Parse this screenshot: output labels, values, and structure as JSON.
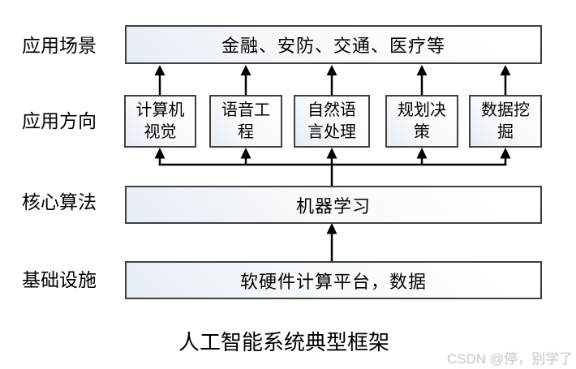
{
  "diagram": {
    "row_labels": [
      {
        "label": "应用场景"
      },
      {
        "label": "应用方向"
      },
      {
        "label": "核心算法"
      },
      {
        "label": "基础设施"
      }
    ],
    "scenario_box": {
      "label": "金融、安防、交通、医疗等"
    },
    "direction_boxes": [
      {
        "label": "计算机\n视觉"
      },
      {
        "label": "语音工\n程"
      },
      {
        "label": "自然语\n言处理"
      },
      {
        "label": "规划决\n策"
      },
      {
        "label": "数据挖\n掘"
      }
    ],
    "core_box": {
      "label": "机器学习"
    },
    "infra_box": {
      "label": "软硬件计算平台，数据"
    },
    "caption": "人工智能系统典型框架",
    "watermark": "CSDN @停，别学了",
    "colors": {
      "box_border": "#3f3f3f",
      "box_fill_shade": "#e7edf5",
      "box_fill_light": "#ffffff",
      "line": "#000000",
      "text": "#000000",
      "watermark": "#cccccc"
    }
  }
}
